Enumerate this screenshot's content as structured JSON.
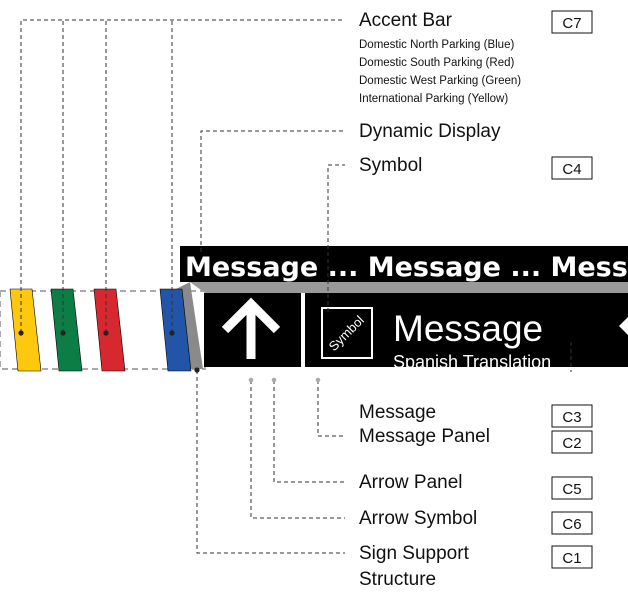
{
  "colors": {
    "accent_blue": "#2254a8",
    "accent_red": "#d8282f",
    "accent_green": "#0b7d45",
    "accent_yellow": "#fec80f",
    "sign_black": "#000000",
    "support_gray": "#999999"
  },
  "labels": {
    "accent_bar": {
      "title": "Accent Bar",
      "code": "C7",
      "items": [
        "Domestic North Parking (Blue)",
        "Domestic South Parking (Red)",
        "Domestic West Parking (Green)",
        "International Parking (Yellow)"
      ]
    },
    "dynamic_display": {
      "title": "Dynamic Display"
    },
    "symbol": {
      "title": "Symbol",
      "code": "C4"
    },
    "message": {
      "title": "Message",
      "code": "C3"
    },
    "message_panel": {
      "title": "Message Panel",
      "code": "C2"
    },
    "arrow_panel": {
      "title": "Arrow Panel",
      "code": "C5"
    },
    "arrow_symbol": {
      "title": "Arrow Symbol",
      "code": "C6"
    },
    "sign_support": {
      "line1": "Sign Support",
      "line2": "Structure",
      "code": "C1"
    }
  },
  "sign": {
    "dynamic_text": "Message ... Message ... Message",
    "symbol_text": "Symbol",
    "message_text": "Message",
    "translation_text": "Spanish Translation"
  }
}
